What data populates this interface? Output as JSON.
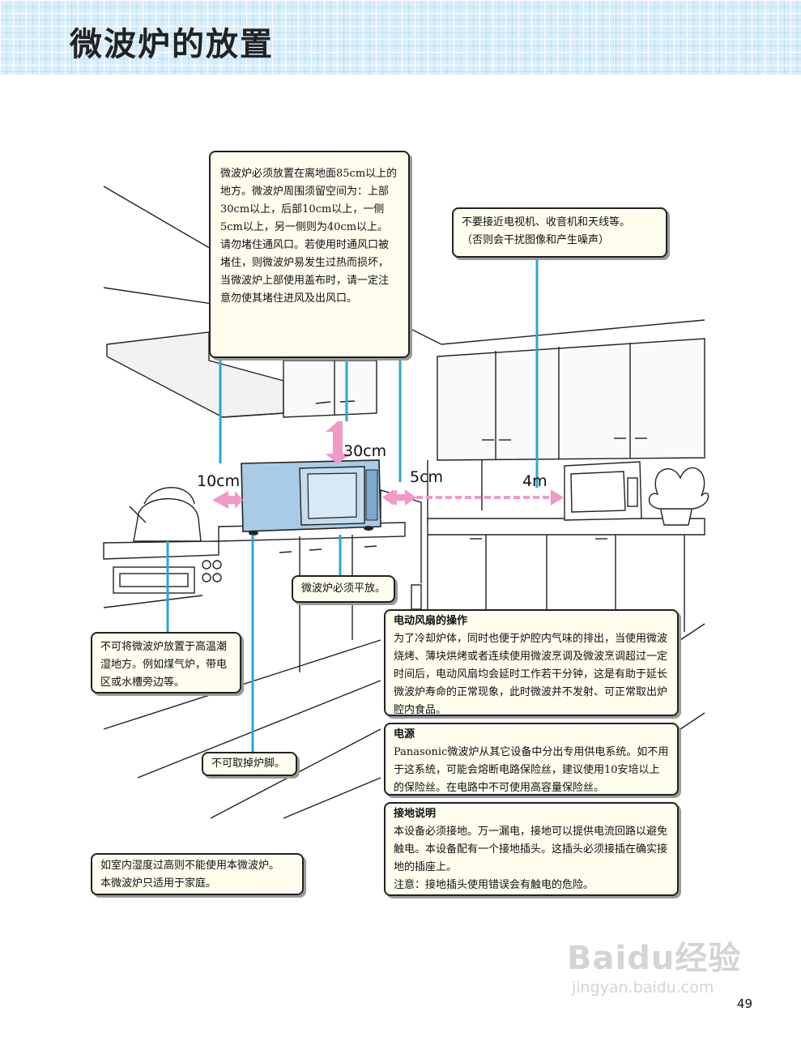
{
  "page": {
    "title": "微波炉的放置",
    "page_number": "49"
  },
  "notes": {
    "clearance": {
      "lines": [
        "微波炉必须放置在离地面85cm以上的地方。微波炉周围须留空间为：上部30cm以上，后部10cm以上，一侧5cm以上，另一侧则为40cm以上。",
        "请勿堵住通风口。若使用时通风口被堵住，则微波炉易发生过热而损坏，当微波炉上部使用盖布时，请一定注意勿使其堵住进风及出风口。"
      ]
    },
    "tv": {
      "line1": "不要接近电视机、收音机和天线等。",
      "line2": "（否则会干扰图像和产生噪声）"
    },
    "flat": "微波炉必须平放。",
    "humid_place": "不可将微波炉放置于高温潮湿地方。例如煤气炉，带电区或水槽旁边等。",
    "feet": "不可取掉炉脚。",
    "humidity": {
      "line1": "如室内湿度过高则不能使用本微波炉。",
      "line2": "本微波炉只适用于家庭。"
    },
    "fan": {
      "title": "电动风扇的操作",
      "body": "为了冷却炉体，同时也便于炉腔内气味的排出，当使用微波烧烤、薄块烘烤或者连续使用微波烹调及微波烹调超过一定时间后，电动风扇均会延时工作若干分钟，这是有助于延长微波炉寿命的正常现象，此时微波并不发射、可正常取出炉腔内食品。"
    },
    "power": {
      "title": "电源",
      "body": "Panasonic微波炉从其它设备中分出专用供电系统。如不用于这系统，可能会熔断电路保险丝，建议使用10安培以上的保险丝。在电路中不可使用高容量保险丝。"
    },
    "ground": {
      "title": "接地说明",
      "body": "本设备必须接地。万一漏电，接地可以提供电流回路以避免触电。本设备配有一个接地插头。这插头必须接插在确实接地的插座上。",
      "note": "注意：接地插头使用错误会有触电的危险。"
    }
  },
  "dimensions": {
    "top": "30cm",
    "back": "10cm",
    "side": "5cm",
    "tv_distance": "4m"
  },
  "watermark": {
    "brand": "Baidu经验",
    "site": "jingyan.baidu.com"
  },
  "colors": {
    "oven": "#a9cbe6",
    "oven_dark": "#7ea9cc",
    "leader": "#2aa6d6",
    "arrow": "#ef9ac6",
    "note_bg": "#fefdee",
    "header": "#d9eefa"
  }
}
